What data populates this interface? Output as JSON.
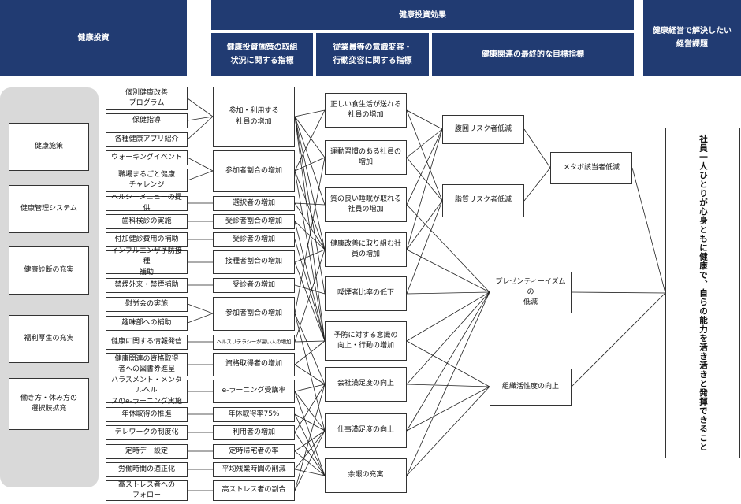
{
  "headers": {
    "investment": "健康投資",
    "effect": "健康投資効果",
    "initiative": "健康投資施策の取組\n状況に関する指標",
    "awareness": "従業員等の意識変容・\n行動変容に関する指標",
    "final": "健康関連の最終的な目標指標",
    "issue": "健康経営で解決したい\n経営課題"
  },
  "categories": [
    "健康施策",
    "健康管理システム",
    "健康診断の充実",
    "福利厚生の充実",
    "働き方・休み方の\n選択肢拡充"
  ],
  "measures": [
    "個別健康改善\nプログラム",
    "保健指導",
    "各種健康アプリ紹介",
    "ウォーキングイベント",
    "職場まるごと健康\nチャレンジ",
    "ヘルシーメニューの提供",
    "歯科検診の実施",
    "付加健診費用の補助",
    "インフルエンザ予防接種\n補助",
    "禁煙外来・禁煙補助",
    "慰労会の実施",
    "趣味部への補助",
    "健康に関する情報発信",
    "健康関連の資格取得\n者への図書券進呈",
    "ハラスメント・メンタルヘル\nスのe-ラーニング実施",
    "年休取得の推進",
    "テレワークの制度化",
    "定時デー設定",
    "労働時間の適正化",
    "高ストレス者への\nフォロー"
  ],
  "indicators": [
    "参加・利用する\n社員の増加",
    "参加者割合の増加",
    "選択者の増加",
    "受診者割合の増加",
    "受診者の増加",
    "接種者割合の増加",
    "受診者の増加",
    "参加者割合の増加",
    "ヘルスリテラシーが高い人の増加",
    "資格取得者の増加",
    "e-ラーニング受講率",
    "年休取得率75%",
    "利用者の増加",
    "定時帰宅者の率",
    "平均残業時間の削減",
    "高ストレス者の割合"
  ],
  "behaviors": [
    "正しい食生活が送れる\n社員の増加",
    "運動習慣のある社員の\n増加",
    "質の良い睡眠が取れる\n社員の増加",
    "健康改善に取り組む社\n員の増加",
    "喫煙者比率の低下",
    "予防に対する意識の\n向上・行動の増加",
    "会社満足度の向上",
    "仕事満足度の向上",
    "余暇の充実"
  ],
  "goals": [
    "腹囲リスク者低減",
    "脂質リスク者低減",
    "メタボ該当者低減",
    "プレゼンティーイズムの\n低減",
    "組織活性度の向上"
  ],
  "final_issue": "社員一人ひとりが心身ともに健康で、自らの能力を活き活きと発揮できること"
}
